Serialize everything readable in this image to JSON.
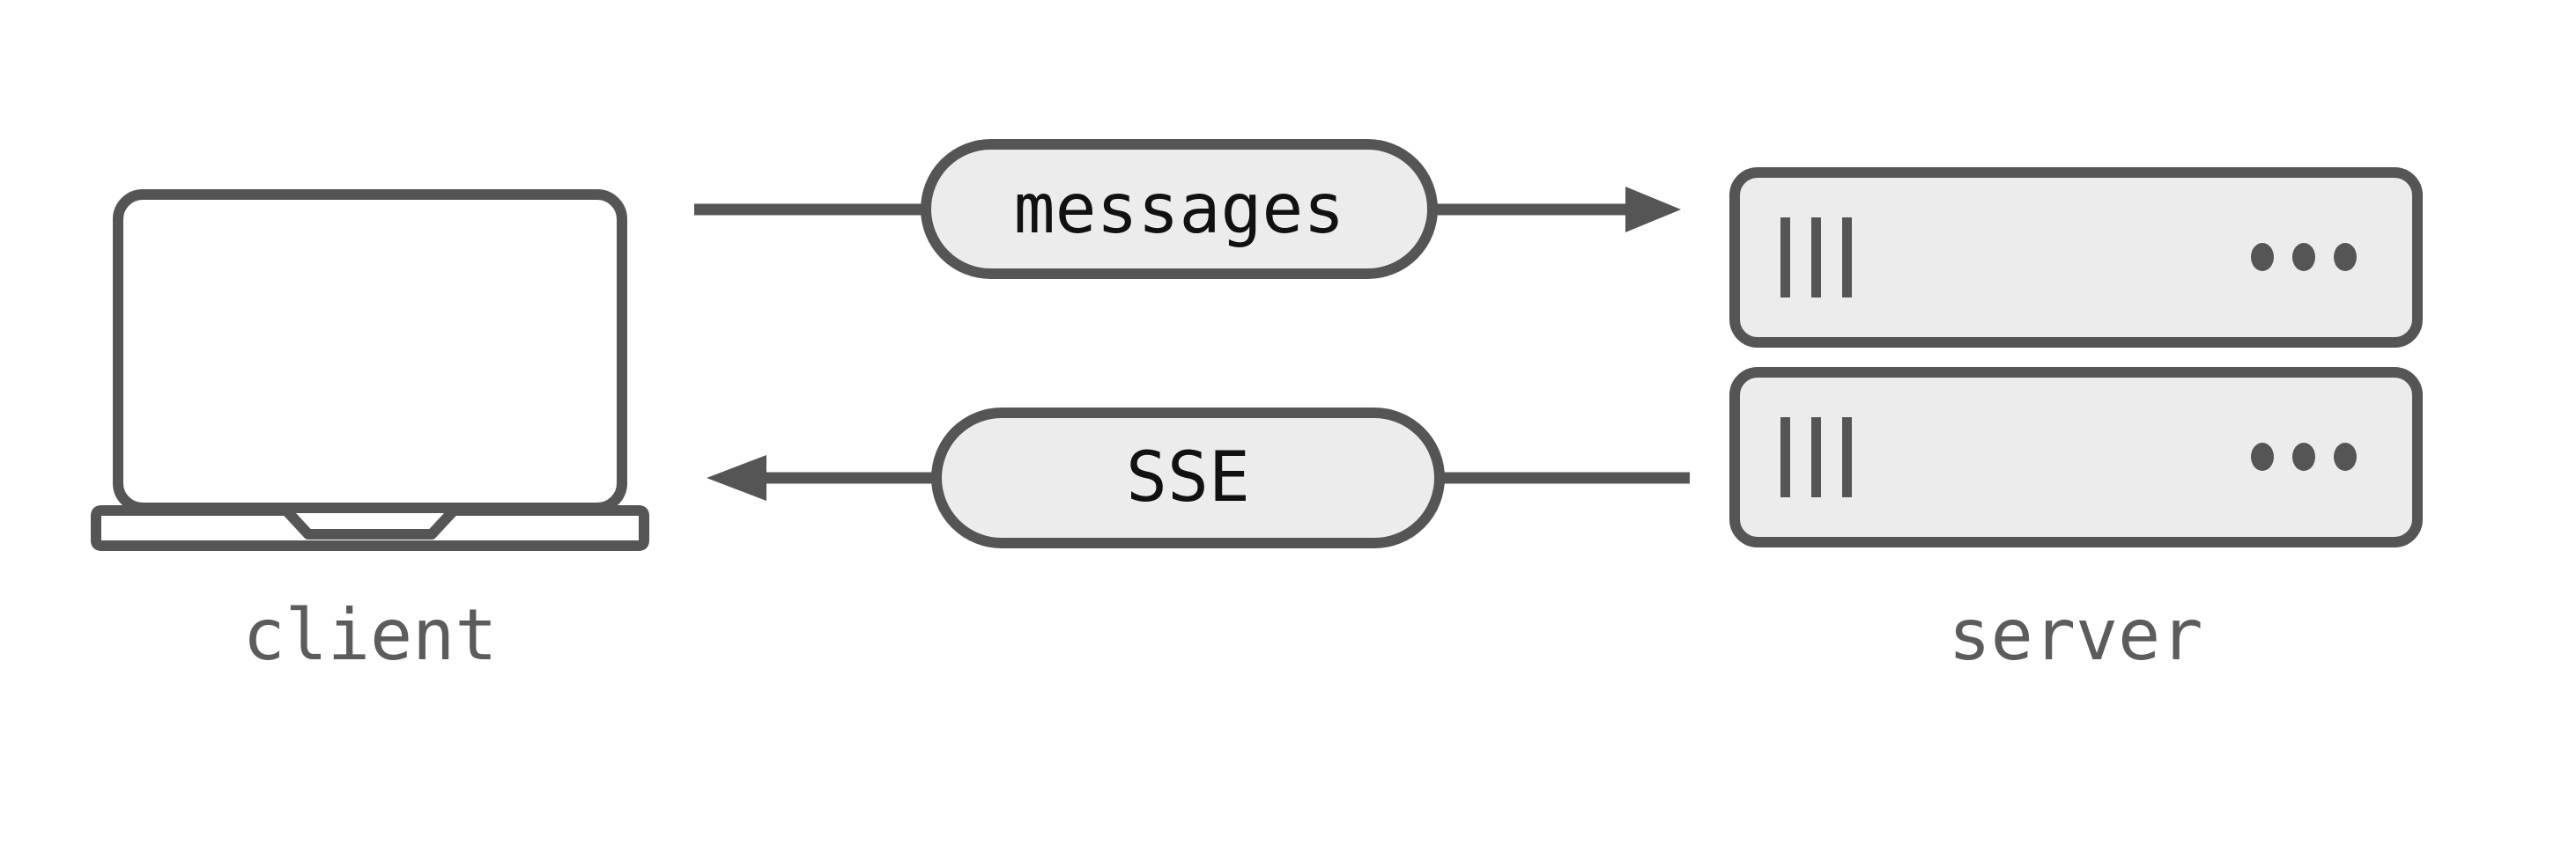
{
  "diagram": {
    "background": "#ffffff",
    "client": {
      "label": "client",
      "icon": "laptop-icon"
    },
    "server": {
      "label": "server",
      "icon": "server-icon"
    },
    "flows": [
      {
        "label": "messages",
        "direction": "client-to-server"
      },
      {
        "label": "SSE",
        "direction": "server-to-client"
      }
    ],
    "colors": {
      "stroke": "#555555",
      "node_fill": "#ececec",
      "pill_text": "#111111",
      "label_text": "#5c5c5c"
    }
  }
}
